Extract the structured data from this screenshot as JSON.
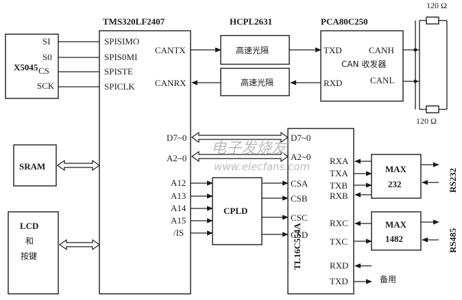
{
  "blocks": {
    "x5045": {
      "label": "X5045",
      "pins": [
        "SI",
        "S0",
        "CS",
        "SCK"
      ]
    },
    "dsp": {
      "title": "TMS320LF2407",
      "spi_pins": [
        "SPISIMO",
        "SPIS0MI",
        "SPISTE",
        "SPICLK"
      ],
      "can_pins": [
        "CANTX",
        "CANRX"
      ],
      "bus_pins": [
        "D7~0",
        "A2~0"
      ],
      "addr_pins": [
        "A12",
        "A13",
        "A14",
        "A15",
        "/IS"
      ]
    },
    "optocoupler": {
      "title": "HCPL2631",
      "box1": "高速光隔",
      "box2": "高速光隔"
    },
    "can_transceiver": {
      "title": "PCA80C250",
      "label": "CAN 收发器",
      "pins": [
        "TXD",
        "RXD",
        "CANH",
        "CANL"
      ]
    },
    "resistor_top": "120 Ω",
    "resistor_bottom": "120 Ω",
    "sram": "SRAM",
    "lcd": [
      "LCD",
      "和",
      "按键"
    ],
    "cpld": "CPLD",
    "uart": {
      "title": "TL16C554A",
      "bus_pins": [
        "D7~0",
        "A2~0"
      ],
      "cs_pins": [
        "CSA",
        "CSB",
        "CSC",
        "CSD"
      ],
      "serial_pins": [
        "RXA",
        "TXA",
        "TXB",
        "RXB",
        "RXC",
        "TXC",
        "RXD",
        "TXD"
      ]
    },
    "max232": {
      "label1": "MAX",
      "label2": "232",
      "port": "RS232"
    },
    "max1482": {
      "label1": "MAX",
      "label2": "1482",
      "port": "RS485"
    },
    "spare": "备用"
  },
  "watermark": {
    "line1": "电子发烧友",
    "line2": "www.elecfans.com"
  }
}
